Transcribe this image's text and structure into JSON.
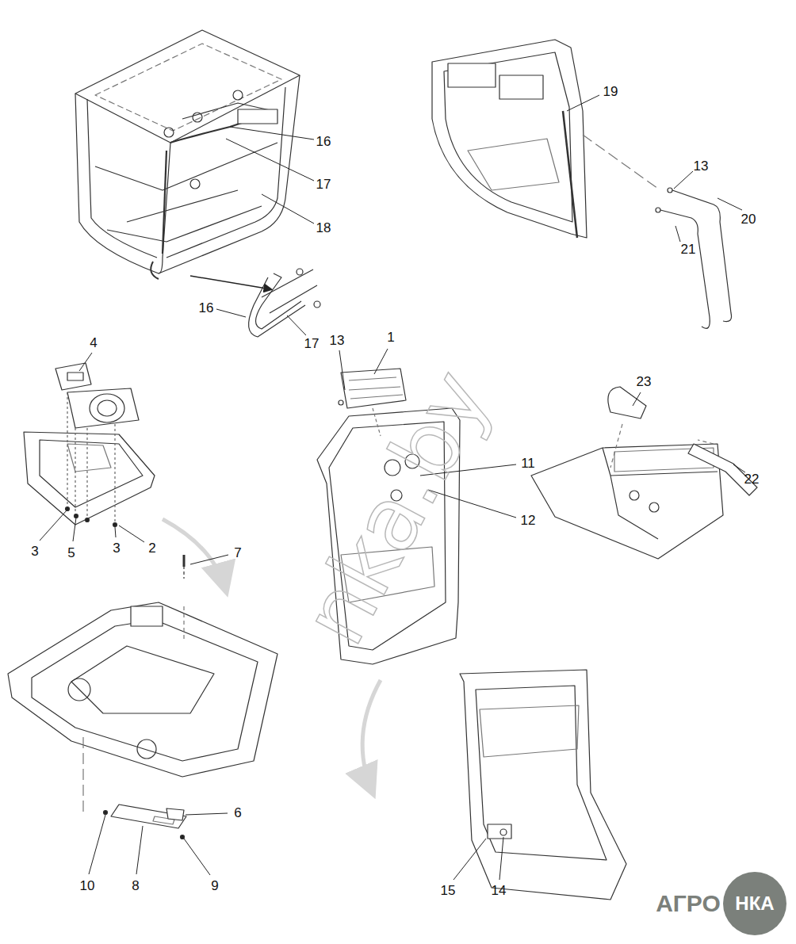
{
  "diagram": {
    "labels": [
      "16",
      "17",
      "18",
      "19",
      "13",
      "20",
      "21",
      "16",
      "17",
      "4",
      "13",
      "1",
      "23",
      "11",
      "22",
      "3",
      "5",
      "3",
      "2",
      "12",
      "7",
      "6",
      "10",
      "8",
      "9",
      "15",
      "14",
      "nka.by",
      "АГРО",
      "НКА"
    ]
  }
}
